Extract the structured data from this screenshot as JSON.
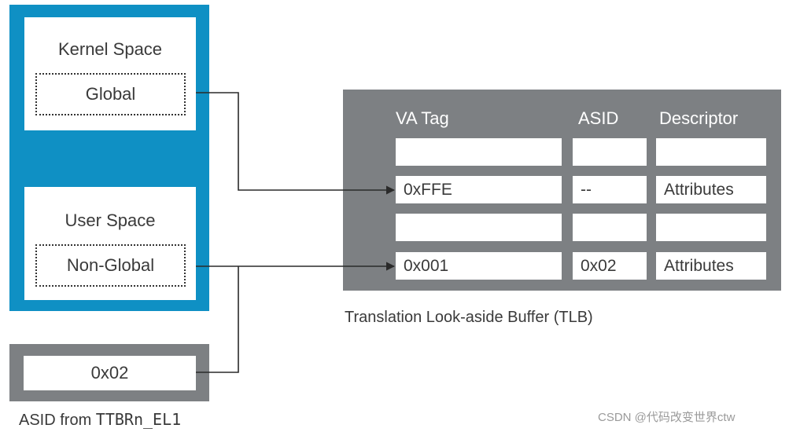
{
  "address_space": {
    "kernel_title": "Kernel Space",
    "kernel_tag": "Global",
    "user_title": "User Space",
    "user_tag": "Non-Global"
  },
  "asid_register": {
    "value": "0x02",
    "caption_prefix": "ASID from ",
    "caption_register": "TTBRn_EL1"
  },
  "tlb": {
    "caption": "Translation Look-aside Buffer (TLB)",
    "headers": [
      "VA Tag",
      "ASID",
      "Descriptor"
    ],
    "rows": [
      {
        "va_tag": "",
        "asid": "",
        "descriptor": ""
      },
      {
        "va_tag": "0xFFE",
        "asid": "--",
        "descriptor": "Attributes"
      },
      {
        "va_tag": "",
        "asid": "",
        "descriptor": ""
      },
      {
        "va_tag": "0x001",
        "asid": "0x02",
        "descriptor": "Attributes"
      }
    ]
  },
  "watermark": "CSDN @代码改变世界ctw",
  "colors": {
    "blue": "#0f90c4",
    "gray": "#7d8083",
    "text": "#3a3a3a"
  }
}
